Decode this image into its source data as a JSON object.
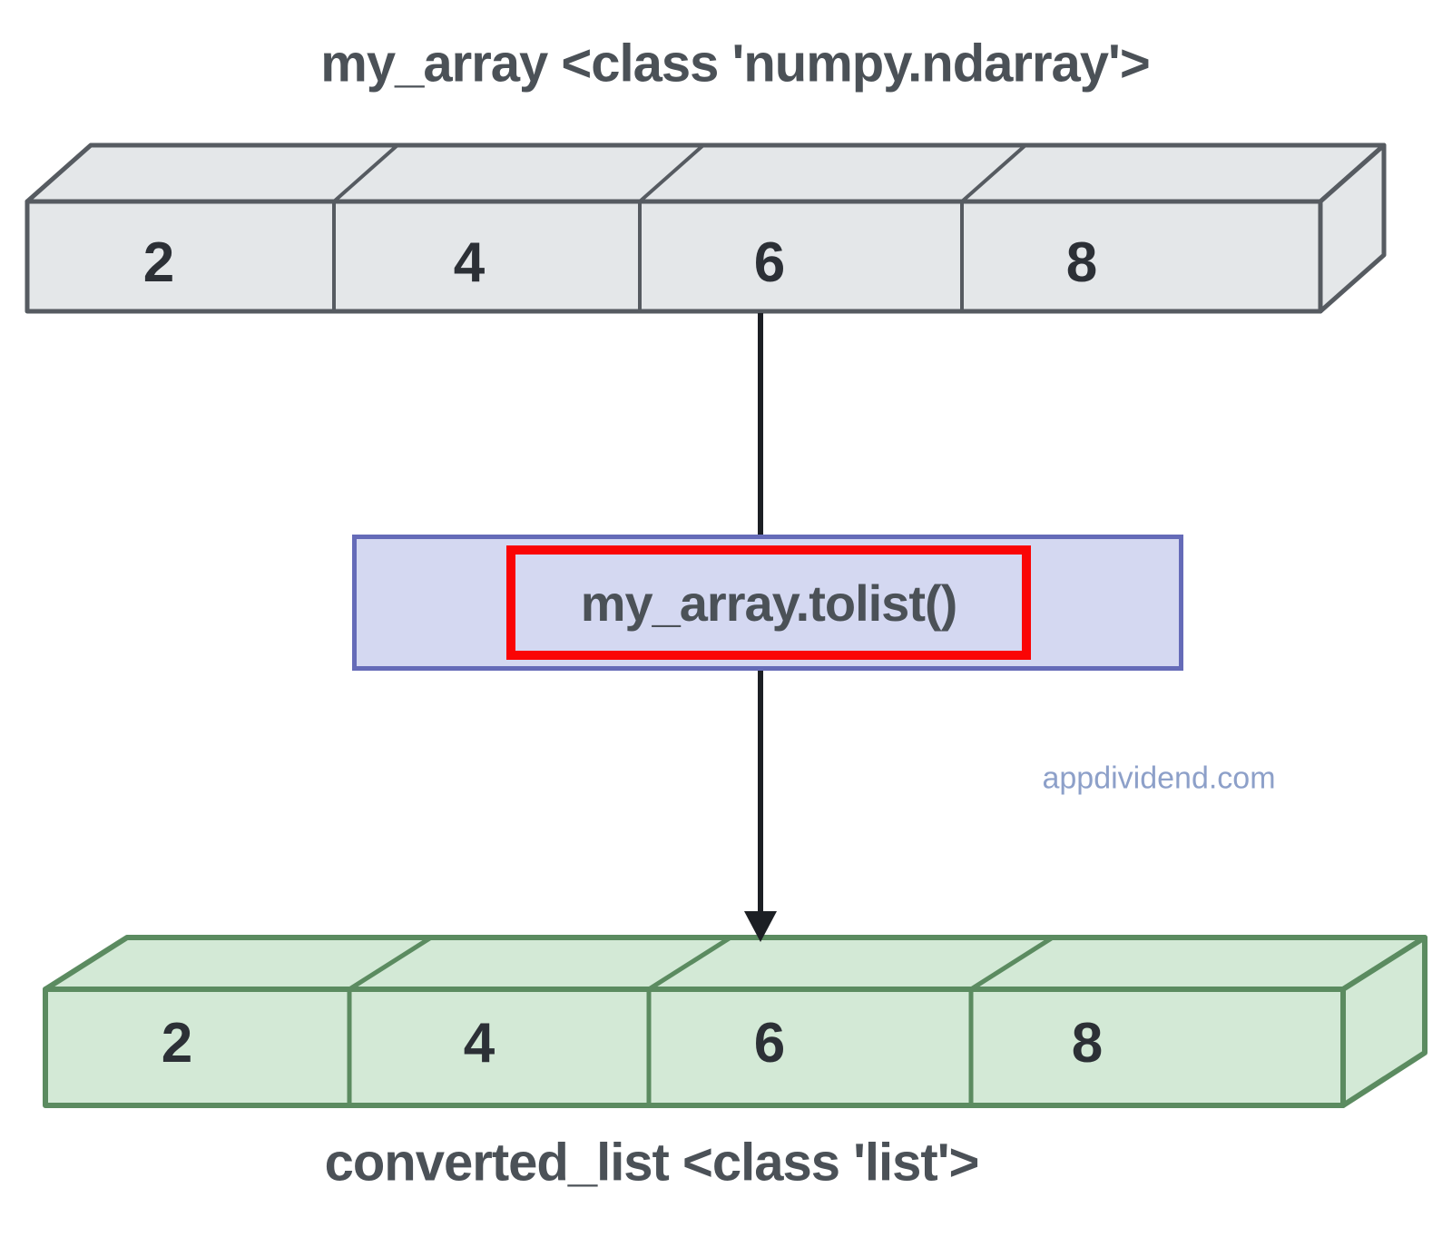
{
  "titles": {
    "top": "my_array <class 'numpy.ndarray'>",
    "bottom": "converted_list <class 'list'>"
  },
  "source_array": {
    "values": [
      "2",
      "4",
      "6",
      "8"
    ]
  },
  "result_list": {
    "values": [
      "2",
      "4",
      "6",
      "8"
    ]
  },
  "operation": {
    "code": "my_array.tolist()"
  },
  "watermark": {
    "text": "appdividend.com"
  },
  "colors": {
    "gray-fill": "#e4e7e9",
    "gray-stroke": "#565b61",
    "green-fill": "#d3e9d6",
    "green-stroke": "#5b8b60",
    "op-fill": "#d4d8f1",
    "op-stroke": "#656bb8",
    "highlight": "#fa0505",
    "arrow": "#1c1f24",
    "title": "#4b5157",
    "number": "#2c3036",
    "watermark": "#8da0c9"
  }
}
